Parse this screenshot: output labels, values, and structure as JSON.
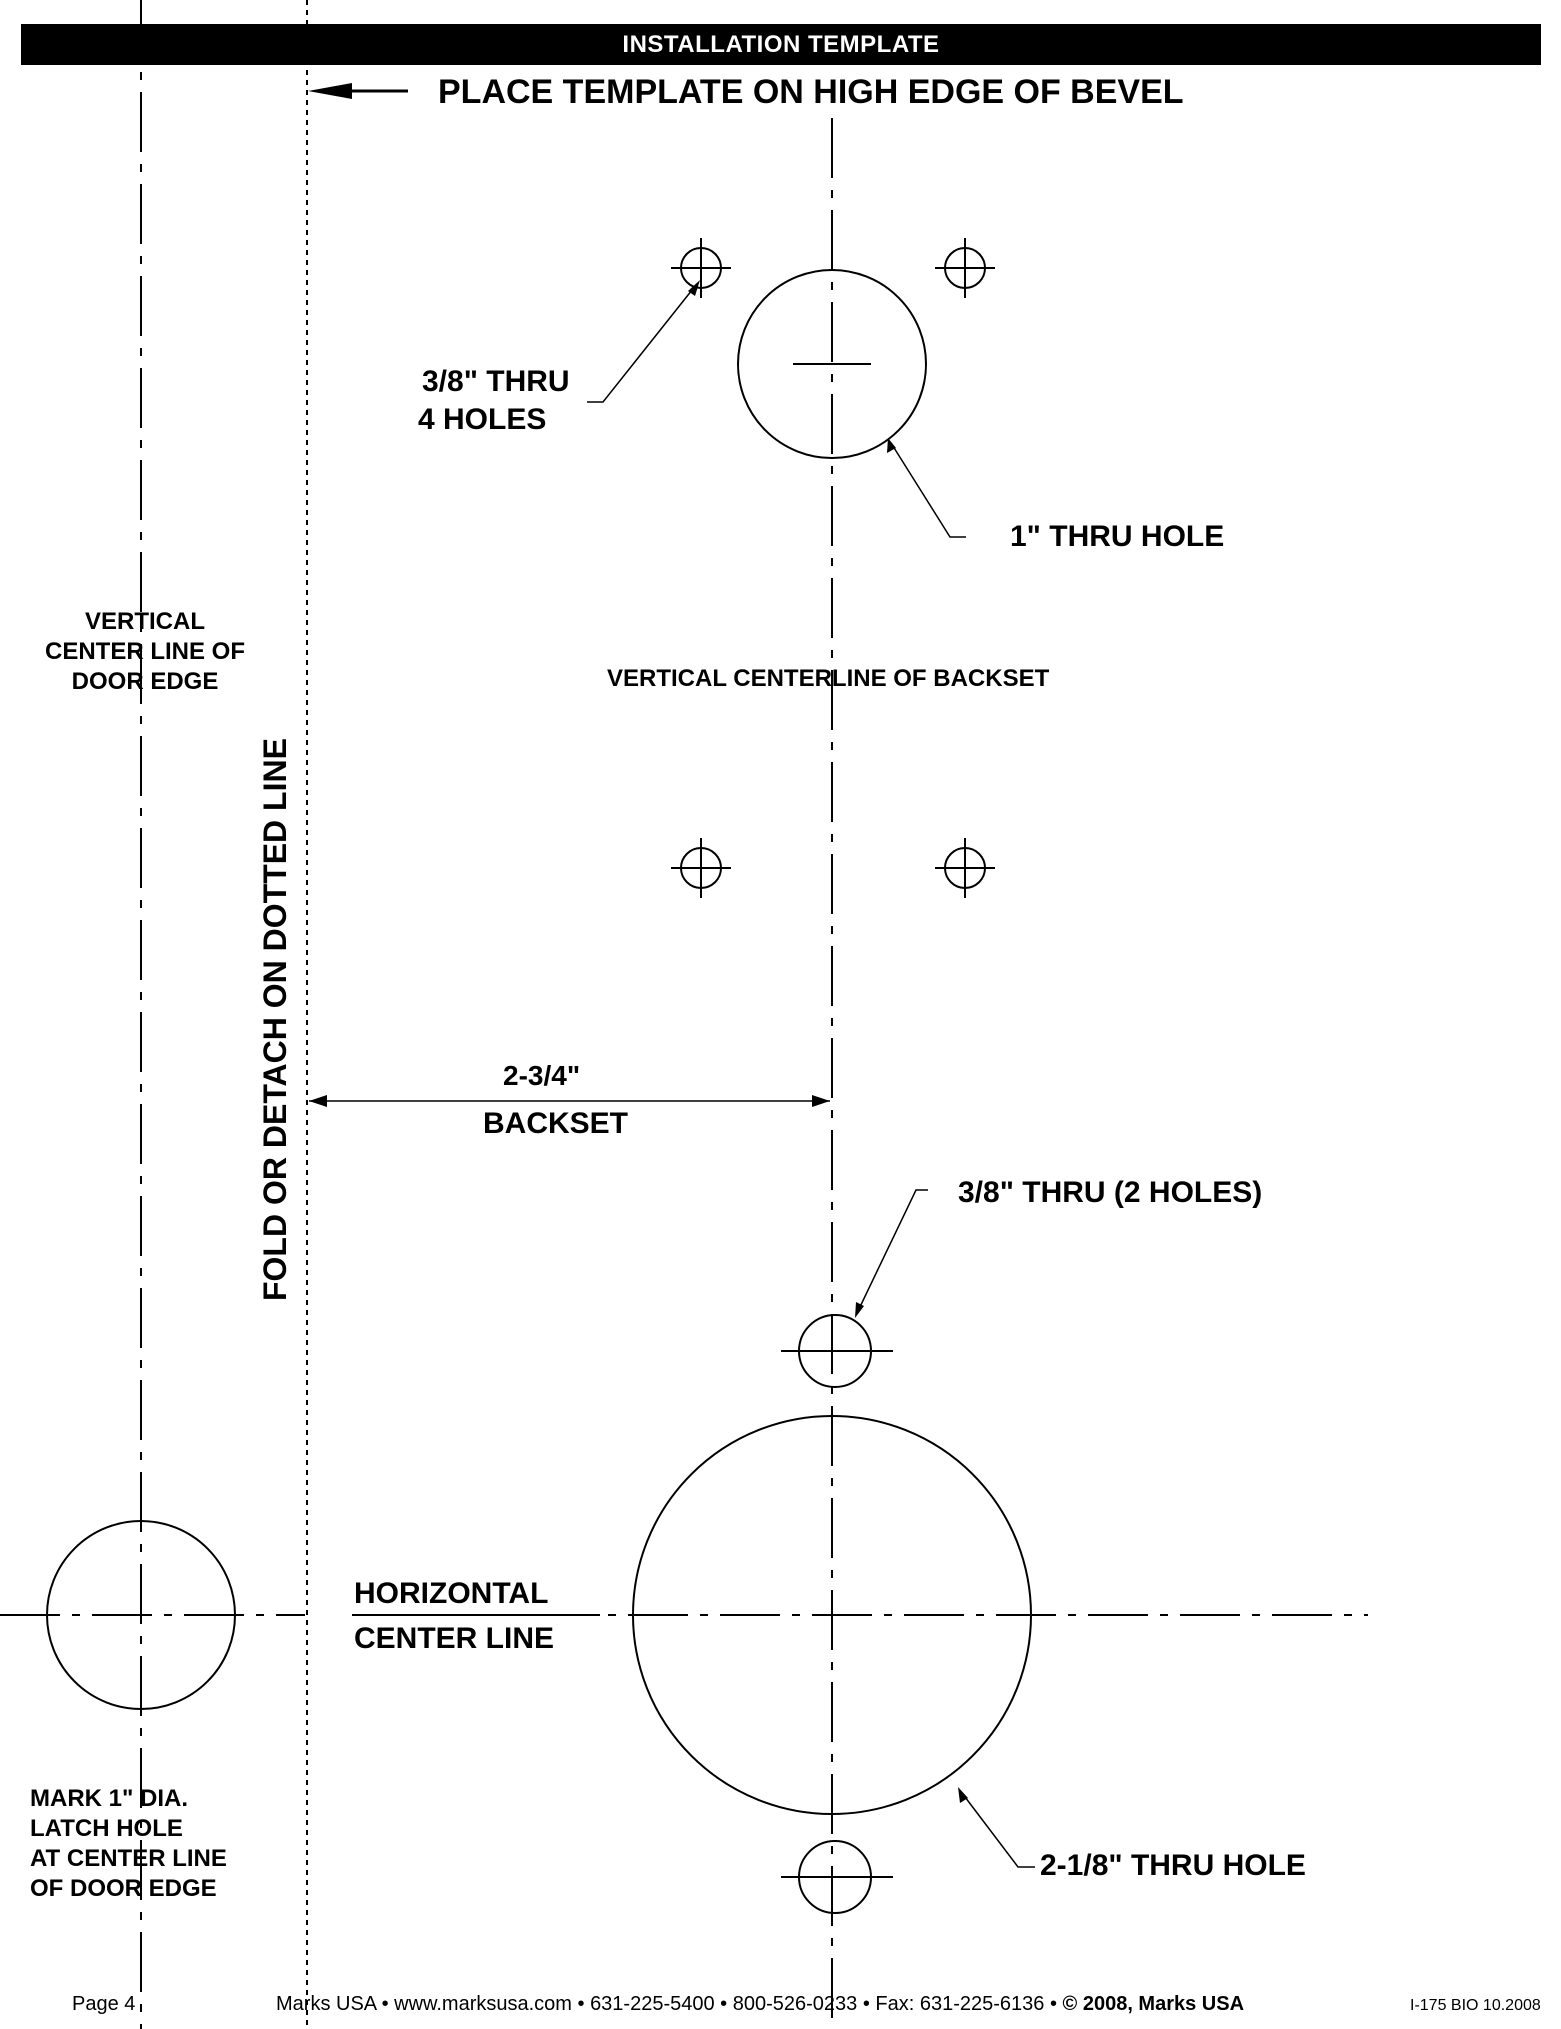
{
  "header": {
    "title": "INSTALLATION TEMPLATE",
    "background": "#000000",
    "text_color": "#ffffff"
  },
  "template": {
    "instruction": "PLACE TEMPLATE ON HIGH EDGE OF BEVEL",
    "small_holes_label_line1": "3/8\" THRU",
    "small_holes_label_line2": "4 HOLES",
    "one_inch_hole_label": "1\" THRU HOLE",
    "door_edge_label_line1": "VERTICAL",
    "door_edge_label_line2": "CENTER LINE OF",
    "door_edge_label_line3": "DOOR EDGE",
    "backset_centerline_label": "VERTICAL CENTERLINE OF BACKSET",
    "fold_label": "FOLD OR DETACH ON DOTTED LINE",
    "backset_dimension": "2-3/4\"",
    "backset_label": "BACKSET",
    "two_holes_label": "3/8\" THRU (2 HOLES)",
    "horizontal_label_line1": "HORIZONTAL",
    "horizontal_label_line2": "CENTER LINE",
    "latch_label_line1": "MARK 1\" DIA.",
    "latch_label_line2": "LATCH HOLE",
    "latch_label_line3": "AT CENTER LINE",
    "latch_label_line4": "OF DOOR EDGE",
    "big_hole_label": "2-1/8\" THRU HOLE"
  },
  "footer": {
    "page": "Page 4",
    "contact": "Marks USA • www.marksusa.com • 631-225-5400 • 800-526-0233 • Fax: 631-225-6136 •",
    "copyright": "© 2008, Marks USA",
    "doc_code": "I-175 BIO 10.2008"
  }
}
